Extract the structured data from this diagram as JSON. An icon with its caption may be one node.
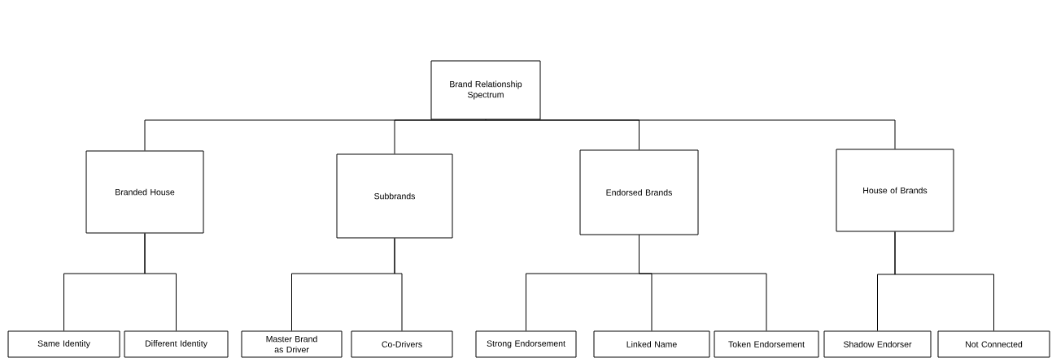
{
  "diagram": {
    "nodes": [
      {
        "text": [
          "Brand Relationship Spectrum"
        ]
      },
      {
        "text": [
          "Branded House"
        ]
      },
      {
        "text": [
          "Subbrands"
        ]
      },
      {
        "text": [
          "Endorsed Brands"
        ]
      },
      {
        "text": [
          "House of Brands"
        ]
      },
      {
        "text": [
          "Same Identity"
        ]
      },
      {
        "text": [
          "Different Identity"
        ]
      },
      {
        "text": [
          "Master Brand as Driver"
        ]
      },
      {
        "text": [
          "Co-Drivers"
        ]
      },
      {
        "text": [
          "Strong Endorsement"
        ]
      },
      {
        "text": [
          "Linked Name"
        ]
      },
      {
        "text": [
          "Token Endorsement"
        ]
      },
      {
        "text": [
          "Shadow Endorser"
        ]
      },
      {
        "text": [
          "Not Connected"
        ]
      }
    ],
    "edges": [
      {
        "from": 0,
        "to": 1,
        "arrow": "none"
      },
      {
        "from": 0,
        "to": 2,
        "arrow": "none"
      },
      {
        "from": 0,
        "to": 3,
        "arrow": "none"
      },
      {
        "from": 0,
        "to": 4,
        "arrow": "none"
      },
      {
        "from": 1,
        "to": 5,
        "arrow": "none"
      },
      {
        "from": 1,
        "to": 6,
        "arrow": "none"
      },
      {
        "from": 2,
        "to": 7,
        "arrow": "none"
      },
      {
        "from": 2,
        "to": 8,
        "arrow": "none"
      },
      {
        "from": 3,
        "to": 9,
        "arrow": "none"
      },
      {
        "from": 3,
        "to": 10,
        "arrow": "none"
      },
      {
        "from": 3,
        "to": 11,
        "arrow": "none"
      },
      {
        "from": 4,
        "to": 12,
        "arrow": "none"
      },
      {
        "from": 4,
        "to": 13,
        "arrow": "none"
      }
    ]
  }
}
